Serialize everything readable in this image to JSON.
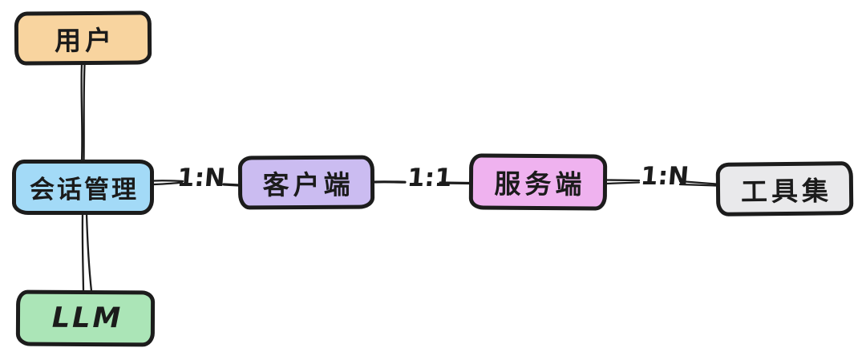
{
  "diagram": {
    "kind": "hand-drawn entity relationship diagram",
    "background_color": "#ffffff",
    "stroke_color": "#1c1c1c"
  },
  "nodes": [
    {
      "id": "user",
      "label": "用户",
      "color": "#f8d49f"
    },
    {
      "id": "session-manager",
      "label": "会话管理",
      "color": "#a3daf7"
    },
    {
      "id": "llm",
      "label": "LLM",
      "color": "#abe5b7"
    },
    {
      "id": "client",
      "label": "客户端",
      "color": "#cbbcf1"
    },
    {
      "id": "server",
      "label": "服务端",
      "color": "#efb2ef"
    },
    {
      "id": "toolset",
      "label": "工具集",
      "color": "#e9e9eb"
    }
  ],
  "edges": [
    {
      "from": "user",
      "to": "session-manager",
      "label": ""
    },
    {
      "from": "session-manager",
      "to": "llm",
      "label": ""
    },
    {
      "from": "session-manager",
      "to": "client",
      "label": "1:N"
    },
    {
      "from": "client",
      "to": "server",
      "label": "1:1"
    },
    {
      "from": "server",
      "to": "toolset",
      "label": "1:N"
    }
  ]
}
